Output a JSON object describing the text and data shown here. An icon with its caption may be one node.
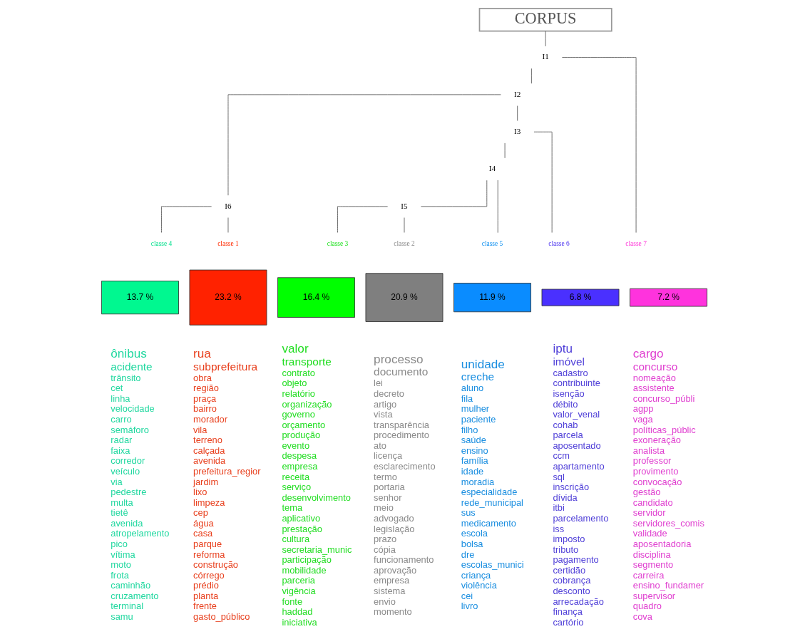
{
  "diagram": {
    "nodes": [
      {
        "text": [
          "CORPUS"
        ]
      },
      {
        "text": [
          "I1"
        ]
      },
      {
        "text": [
          "I2"
        ]
      },
      {
        "text": [
          "I3"
        ]
      },
      {
        "text": [
          "I4"
        ]
      },
      {
        "text": [
          "I6"
        ]
      },
      {
        "text": [
          "I5"
        ]
      },
      {
        "text": [
          "classe 4"
        ]
      },
      {
        "text": [
          "classe 1"
        ]
      },
      {
        "text": [
          "classe 3"
        ]
      },
      {
        "text": [
          "classe 2"
        ]
      },
      {
        "text": [
          "classe 5"
        ]
      },
      {
        "text": [
          "classe 6"
        ]
      },
      {
        "text": [
          "classe 7"
        ]
      },
      {
        "text": [
          "13.7 %"
        ],
        "beside": [
          "ônibus",
          "acidente",
          "trânsito",
          "cet",
          "linha",
          "velocidade",
          "carro",
          "semáforo",
          "radar",
          "faixa",
          "corredor",
          "veículo",
          "via",
          "pedestre",
          "multa",
          "tietê",
          "avenida",
          "atropelamento",
          "pico",
          "vítima",
          "moto",
          "frota",
          "caminhão",
          "cruzamento",
          "terminal",
          "samu"
        ]
      },
      {
        "text": [
          "23.2 %"
        ],
        "beside": [
          "rua",
          "subprefeitura",
          "obra",
          "região",
          "praça",
          "bairro",
          "morador",
          "vila",
          "terreno",
          "calçada",
          "avenida",
          "prefeitura_regior",
          "jardim",
          "lixo",
          "limpeza",
          "cep",
          "água",
          "casa",
          "parque",
          "reforma",
          "construção",
          "córrego",
          "prédio",
          "planta",
          "frente",
          "gasto_público"
        ]
      },
      {
        "text": [
          "16.4 %"
        ],
        "beside": [
          "valor",
          "transporte",
          "contrato",
          "objeto",
          "relatório",
          "organização",
          "governo",
          "orçamento",
          "produção",
          "evento",
          "despesa",
          "empresa",
          "receita",
          "serviço",
          "desenvolvimento",
          "tema",
          "aplicativo",
          "prestação",
          "cultura",
          "secretaria_munic",
          "participação",
          "mobilidade",
          "parceria",
          "vigência",
          "fonte",
          "haddad",
          "iniciativa"
        ]
      },
      {
        "text": [
          "20.9 %"
        ],
        "beside": [
          "processo",
          "documento",
          "lei",
          "decreto",
          "artigo",
          "vista",
          "transparência",
          "procedimento",
          "ato",
          "licença",
          "esclarecimento",
          "termo",
          "portaria",
          "senhor",
          "meio",
          "advogado",
          "legislação",
          "prazo",
          "cópia",
          "funcionamento",
          "aprovação",
          "empresa",
          "sistema",
          "envio",
          "momento"
        ]
      },
      {
        "text": [
          "11.9 %"
        ],
        "beside": [
          "unidade",
          "creche",
          "aluno",
          "fila",
          "mulher",
          "paciente",
          "filho",
          "saúde",
          "ensino",
          "família",
          "idade",
          "moradia",
          "especialidade",
          "rede_municipal",
          "sus",
          "medicamento",
          "escola",
          "bolsa",
          "dre",
          "escolas_munici",
          "criança",
          "violência",
          "cei",
          "livro"
        ]
      },
      {
        "text": [
          "6.8 %"
        ],
        "beside": [
          "iptu",
          "imóvel",
          "cadastro",
          "contribuinte",
          "isenção",
          "débito",
          "valor_venal",
          "cohab",
          "parcela",
          "aposentado",
          "ccm",
          "apartamento",
          "sql",
          "inscrição",
          "dívida",
          "itbi",
          "parcelamento",
          "iss",
          "imposto",
          "tributo",
          "pagamento",
          "certidão",
          "cobrança",
          "desconto",
          "arrecadação",
          "finança",
          "cartório"
        ]
      },
      {
        "text": [
          "7.2 %"
        ],
        "beside": [
          "cargo",
          "concurso",
          "nomeação",
          "assistente",
          "concurso_públi",
          "agpp",
          "vaga",
          "políticas_públic",
          "exoneração",
          "analista",
          "professor",
          "provimento",
          "convocação",
          "gestão",
          "candidato",
          "servidor",
          "servidores_comis",
          "validade",
          "aposentadoria",
          "disciplina",
          "segmento",
          "carreira",
          "ensino_fundamer",
          "supervisor",
          "quadro",
          "cova"
        ]
      }
    ],
    "edges": [
      {
        "from": 0,
        "to": 1,
        "arrow": "none"
      },
      {
        "from": 1,
        "to": 2,
        "arrow": "none"
      },
      {
        "from": 1,
        "to": 13,
        "arrow": "none"
      },
      {
        "from": 2,
        "to": 5,
        "arrow": "none"
      },
      {
        "from": 2,
        "to": 3,
        "arrow": "none"
      },
      {
        "from": 3,
        "to": 4,
        "arrow": "none"
      },
      {
        "from": 3,
        "to": 12,
        "arrow": "none"
      },
      {
        "from": 4,
        "to": 6,
        "arrow": "none"
      },
      {
        "from": 4,
        "to": 11,
        "arrow": "none"
      },
      {
        "from": 6,
        "to": 9,
        "arrow": "none"
      },
      {
        "from": 6,
        "to": 10,
        "arrow": "none"
      },
      {
        "from": 5,
        "to": 7,
        "arrow": "none"
      },
      {
        "from": 5,
        "to": 8,
        "arrow": "none"
      }
    ]
  }
}
